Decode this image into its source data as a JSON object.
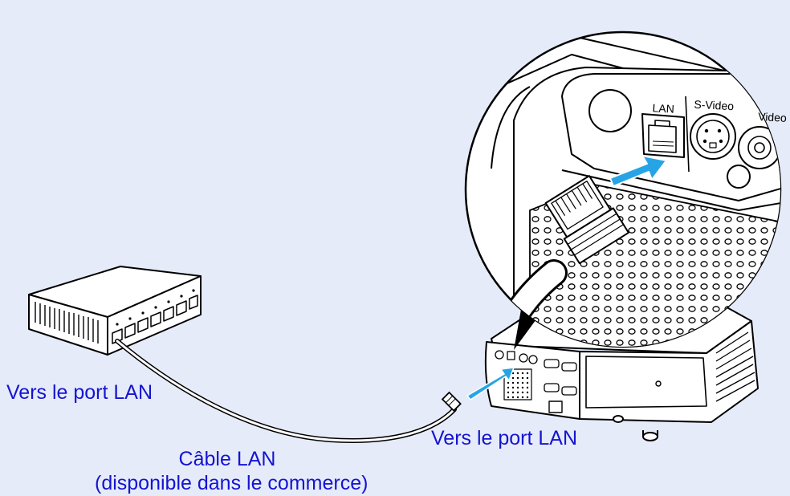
{
  "labels": {
    "hub_port": "Vers le port LAN",
    "projector_port": "Vers le port LAN",
    "cable": "Câble LAN",
    "cable_note": "(disponible dans le commerce)"
  },
  "zoom_panel": {
    "lan": "LAN",
    "svideo": "S-Video",
    "video": "Video"
  },
  "colors": {
    "background": "#e6ebf9",
    "label_text": "#1414d2",
    "arrow": "#27a4e5",
    "outline": "#000000"
  },
  "icons": [
    "hub-icon",
    "projector-icon",
    "lan-cable-icon",
    "arrow-icon",
    "rj45-connector-icon"
  ]
}
